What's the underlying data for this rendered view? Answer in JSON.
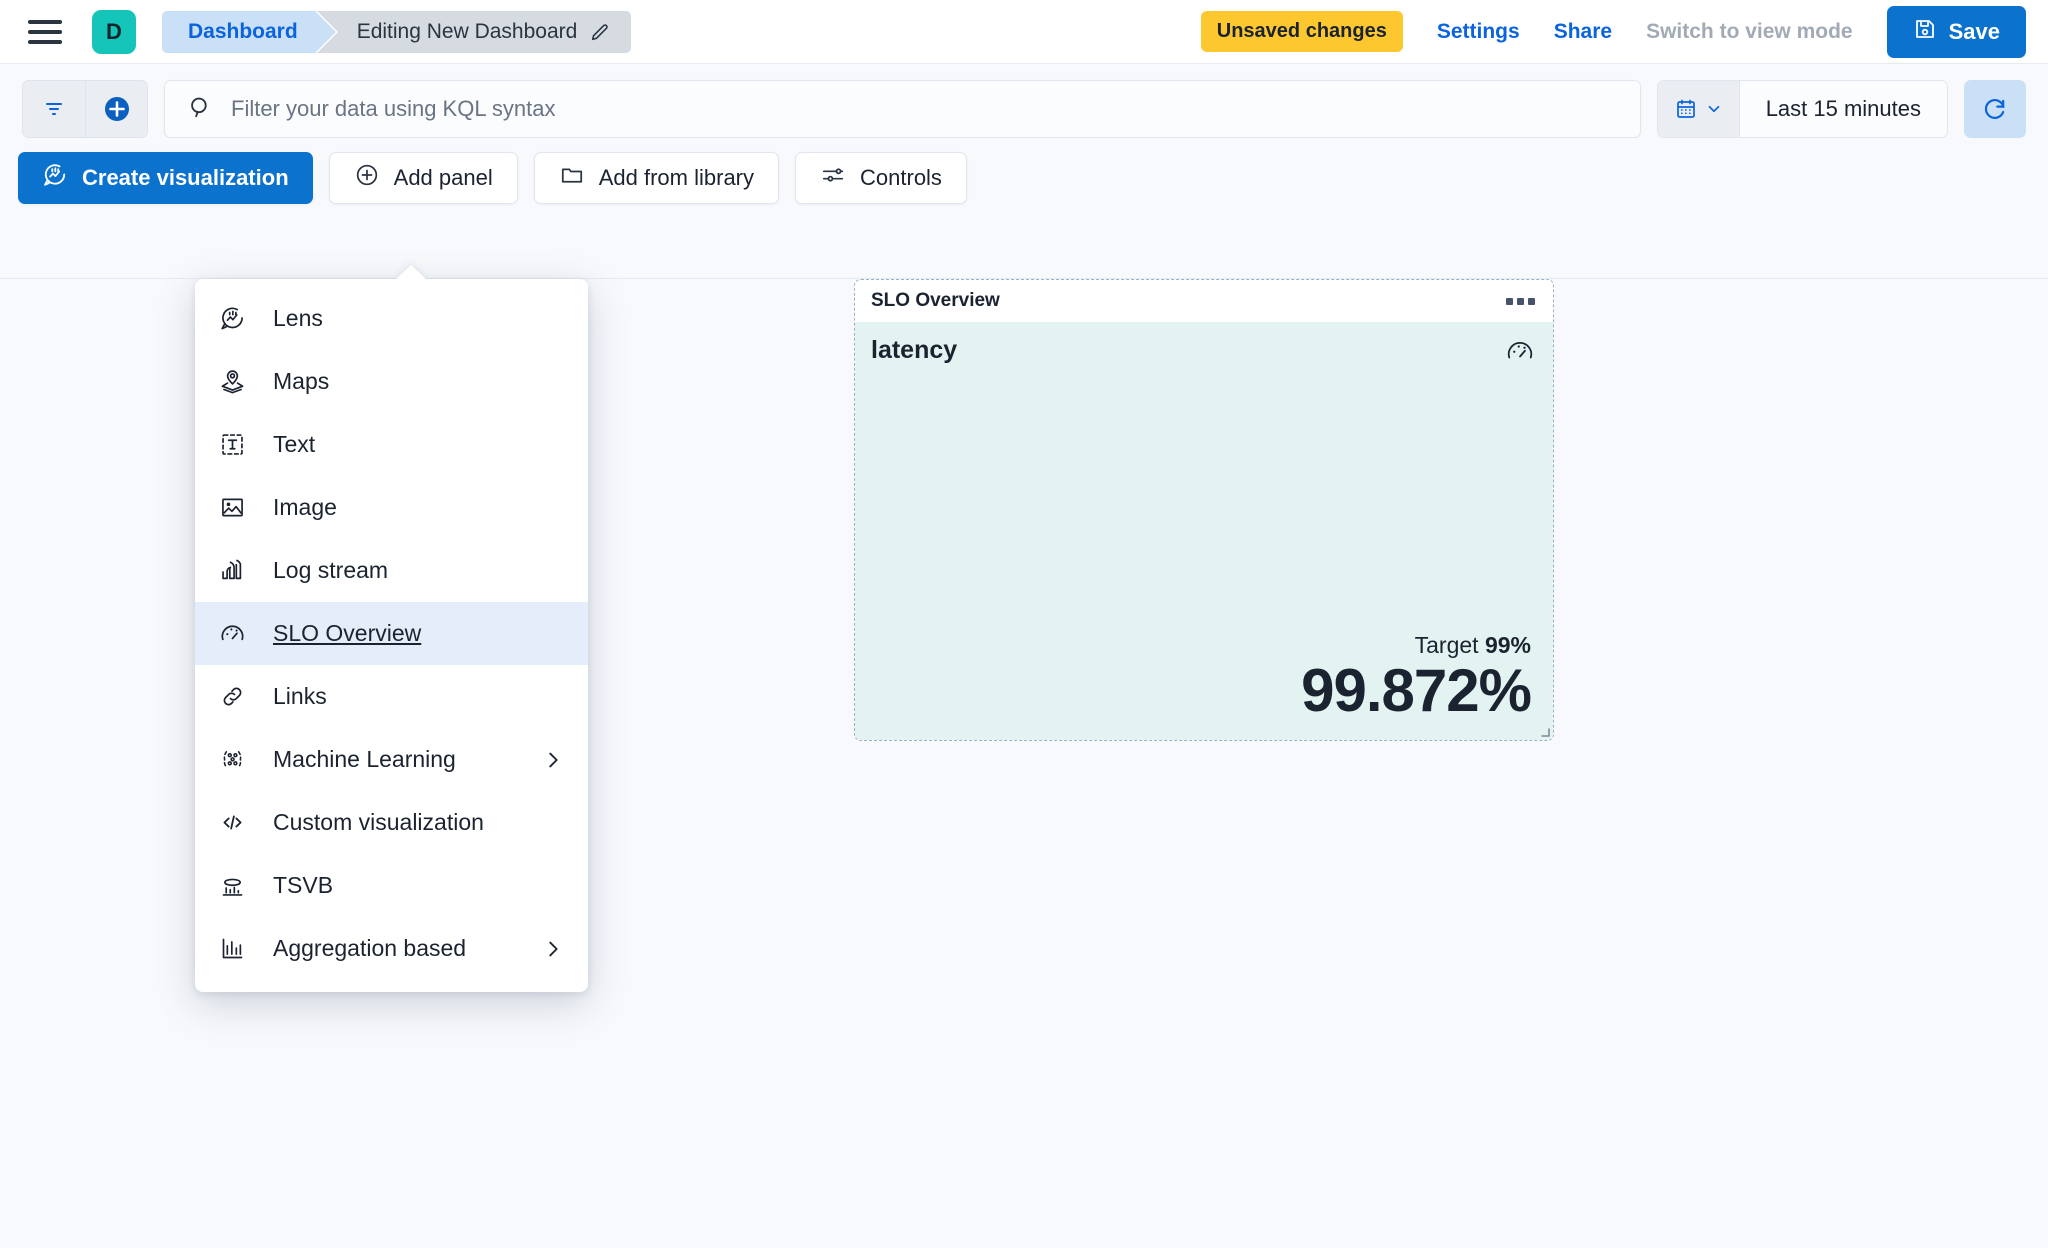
{
  "topnav": {
    "menu_icon": "hamburger-menu-icon",
    "space_initial": "D",
    "breadcrumbs": [
      {
        "label": "Dashboard"
      },
      {
        "label": "Editing New Dashboard"
      }
    ],
    "edit_title_icon": "pencil-icon",
    "unsaved_badge": "Unsaved changes",
    "settings_label": "Settings",
    "share_label": "Share",
    "view_mode_label": "Switch to view mode",
    "save_label": "Save",
    "colors": {
      "accent_blue": "#0B64DD",
      "save_button": "#0B72CE",
      "unsaved_yellow": "#FDC82F",
      "space_avatar": "#16C5B9"
    }
  },
  "querybar": {
    "filter_icon": "filter-icon",
    "add_filter_icon": "add-filter-plus-icon",
    "search_icon": "search-icon",
    "search_value": "",
    "search_placeholder": "Filter your data using KQL syntax",
    "calendar_icon": "calendar-icon",
    "calendar_chevron": "chevron-down-icon",
    "date_range": "Last 15 minutes",
    "refresh_icon": "refresh-icon"
  },
  "toolbar": {
    "create_visualization": "Create visualization",
    "add_panel": "Add panel",
    "add_from_library": "Add from library",
    "controls": "Controls"
  },
  "add_panel_menu": {
    "items": [
      {
        "label": "Lens",
        "icon": "lens-icon",
        "selected": false,
        "has_submenu": false
      },
      {
        "label": "Maps",
        "icon": "maps-icon",
        "selected": false,
        "has_submenu": false
      },
      {
        "label": "Text",
        "icon": "text-icon",
        "selected": false,
        "has_submenu": false
      },
      {
        "label": "Image",
        "icon": "image-icon",
        "selected": false,
        "has_submenu": false
      },
      {
        "label": "Log stream",
        "icon": "log-stream-icon",
        "selected": false,
        "has_submenu": false
      },
      {
        "label": "SLO Overview",
        "icon": "gauge-icon",
        "selected": true,
        "has_submenu": false
      },
      {
        "label": "Links",
        "icon": "link-icon",
        "selected": false,
        "has_submenu": false
      },
      {
        "label": "Machine Learning",
        "icon": "machine-learning-icon",
        "selected": false,
        "has_submenu": true
      },
      {
        "label": "Custom visualization",
        "icon": "code-icon",
        "selected": false,
        "has_submenu": false
      },
      {
        "label": "TSVB",
        "icon": "tsvb-chart-icon",
        "selected": false,
        "has_submenu": false
      },
      {
        "label": "Aggregation based",
        "icon": "aggregation-icon",
        "selected": false,
        "has_submenu": true
      }
    ]
  },
  "slo_panel": {
    "panel_title": "SLO Overview",
    "context_menu_icon": "panel-context-menu-icon",
    "metric_name": "latency",
    "gauge_icon": "gauge-icon",
    "target_label": "Target",
    "target_value": "99%",
    "sli_value": "99.872%",
    "background_color": "#E3F3F1"
  }
}
